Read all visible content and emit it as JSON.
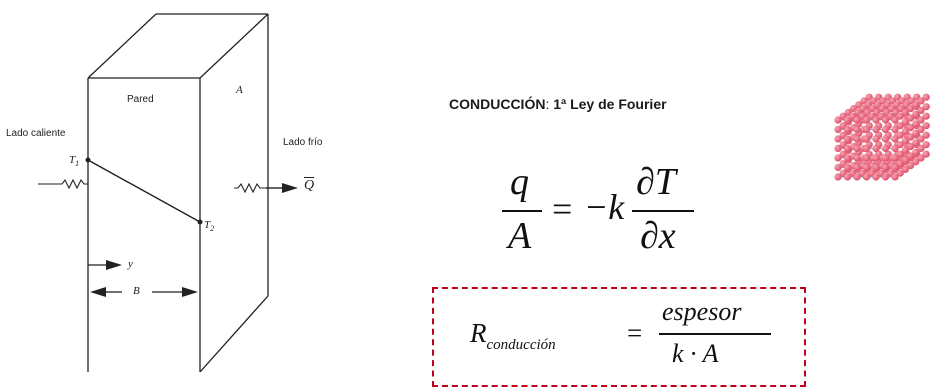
{
  "diagram": {
    "wall_label": "Pared",
    "area_label": "A",
    "hot_side_label": "Lado caliente",
    "cold_side_label": "Lado frío",
    "t1_label": "T",
    "t1_sub": "1",
    "t2_label": "T",
    "t2_sub": "2",
    "q_label": "Q",
    "y_label": "y",
    "b_label": "B"
  },
  "heading": {
    "title_part1": "CONDUCCIÓN",
    "title_sep": ": ",
    "title_part2": "1ª Ley de Fourier"
  },
  "fourier": {
    "numerator_left": "q",
    "denominator_left": "A",
    "equals": "=",
    "minus_k": "−k",
    "numerator_right": "∂T",
    "denominator_right": "∂x"
  },
  "resistance": {
    "symbol": "R",
    "subscript": "conducción",
    "equals": "=",
    "numerator": "espesor",
    "denominator": "k · A"
  },
  "colors": {
    "box_border": "#c0001a",
    "sphere": "#e0506a",
    "sphere_highlight": "#f6a6b4",
    "lattice_line": "#3040a0"
  }
}
